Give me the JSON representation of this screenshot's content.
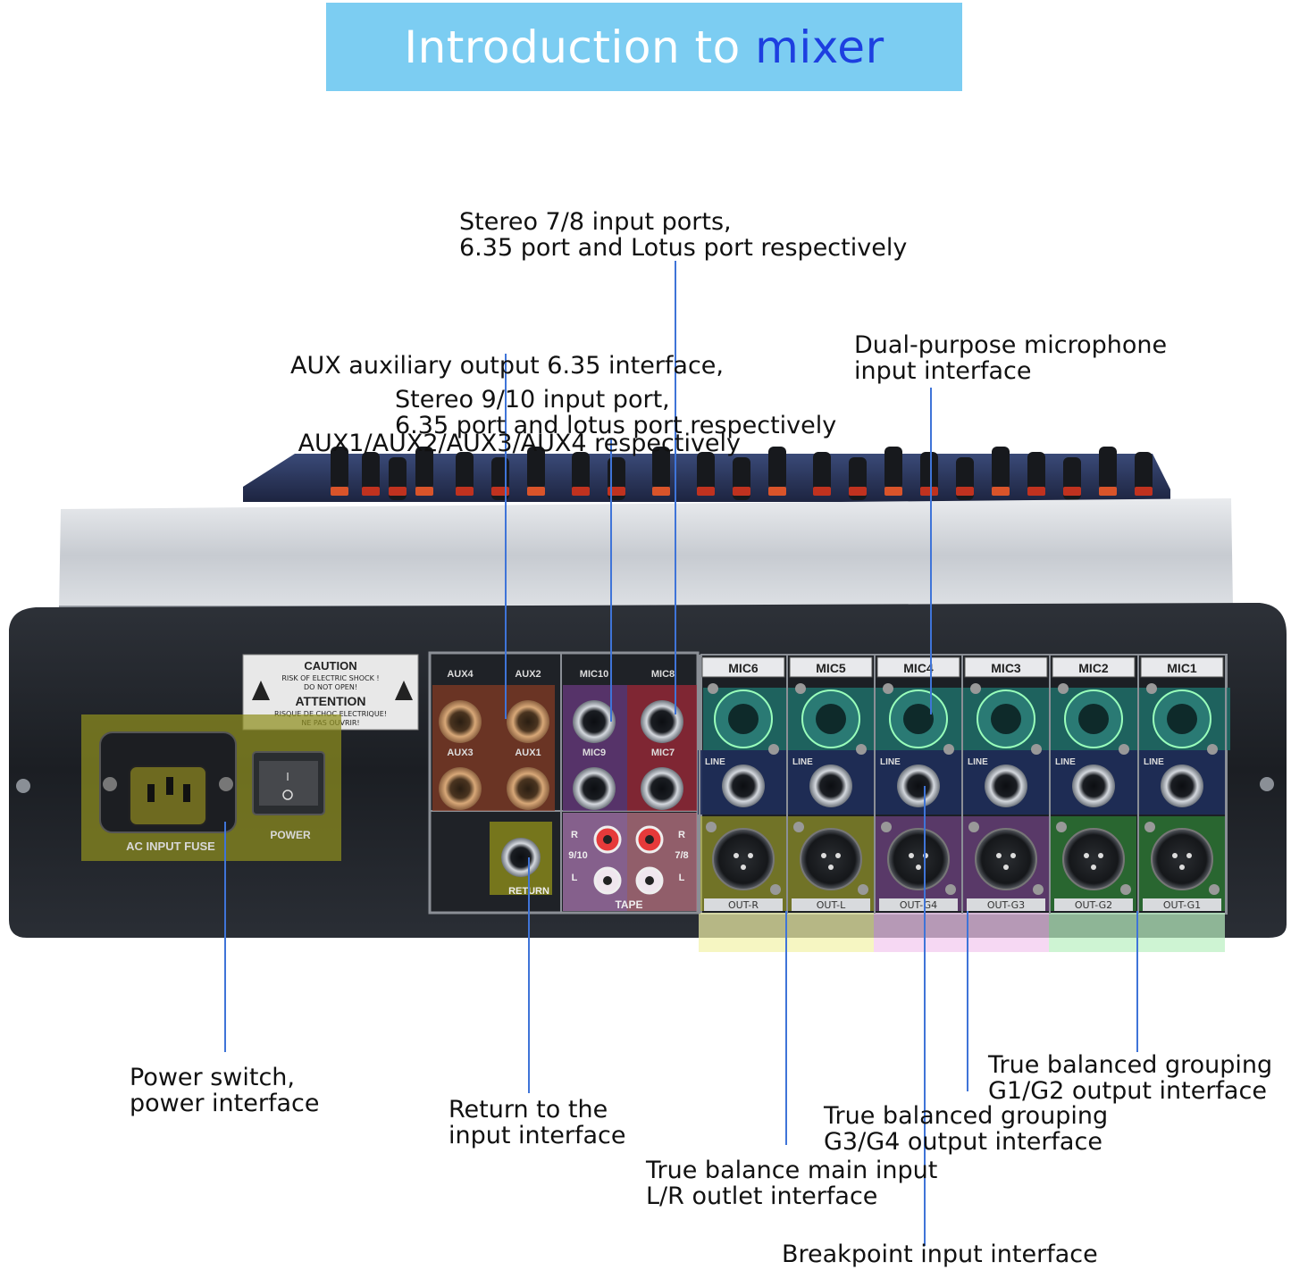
{
  "banner": {
    "prefix": "Introduction to",
    "accent": "mixer",
    "bg_color": "#7ccdf2",
    "accent_color": "#1d3fe0"
  },
  "leader_color": "#3f74d8",
  "callouts": {
    "stereo78": [
      "Stereo 7/8 input ports,",
      "6.35 port and Lotus port respectively"
    ],
    "aux": [
      "AUX auxiliary output 6.35 interface,",
      " AUX1/AUX2/AUX3/AUX4 respectively"
    ],
    "dualmic": [
      "Dual-purpose microphone",
      "input interface"
    ],
    "stereo910": [
      "Stereo 9/10 input port,",
      "6.35 port and lotus port respectively"
    ],
    "power": [
      "Power switch,",
      "power interface"
    ],
    "return": [
      "Return to the",
      "input interface"
    ],
    "g1g2": [
      "True balanced grouping",
      "G1/G2 output interface"
    ],
    "g3g4": [
      "True balanced grouping",
      "G3/G4 output interface"
    ],
    "mainlr": [
      "True balance main input",
      "L/R outlet interface"
    ],
    "breakpoint": [
      "Breakpoint input interface"
    ]
  },
  "panel": {
    "caution": {
      "title": "CAUTION",
      "line1": "RISK OF ELECTRIC SHOCK !",
      "line2": "DO NOT OPEN!",
      "title2": "ATTENTION",
      "line3": "RISQUE DE CHOC ELECTRIQUE!",
      "line4": "NE PAS OUVRIR!"
    },
    "ac_label": "AC INPUT FUSE",
    "power_label": "POWER",
    "aux_top": [
      "AUX4",
      "AUX2"
    ],
    "aux_mid": [
      "AUX3",
      "AUX1"
    ],
    "mic_top": [
      "MIC10",
      "MIC8"
    ],
    "mic_mid": [
      "MIC9",
      "MIC7"
    ],
    "return_label": "RETURN",
    "tape_label": "TAPE",
    "tape_left": [
      "R",
      "9/10",
      "L"
    ],
    "tape_right": [
      "R",
      "7/8",
      "L"
    ],
    "channels": [
      "MIC6",
      "MIC5",
      "MIC4",
      "MIC3",
      "MIC2",
      "MIC1"
    ],
    "line_label": "LINE",
    "outputs": [
      "OUT-R",
      "OUT-L",
      "OUT-G4",
      "OUT-G3",
      "OUT-G2",
      "OUT-G1"
    ]
  }
}
